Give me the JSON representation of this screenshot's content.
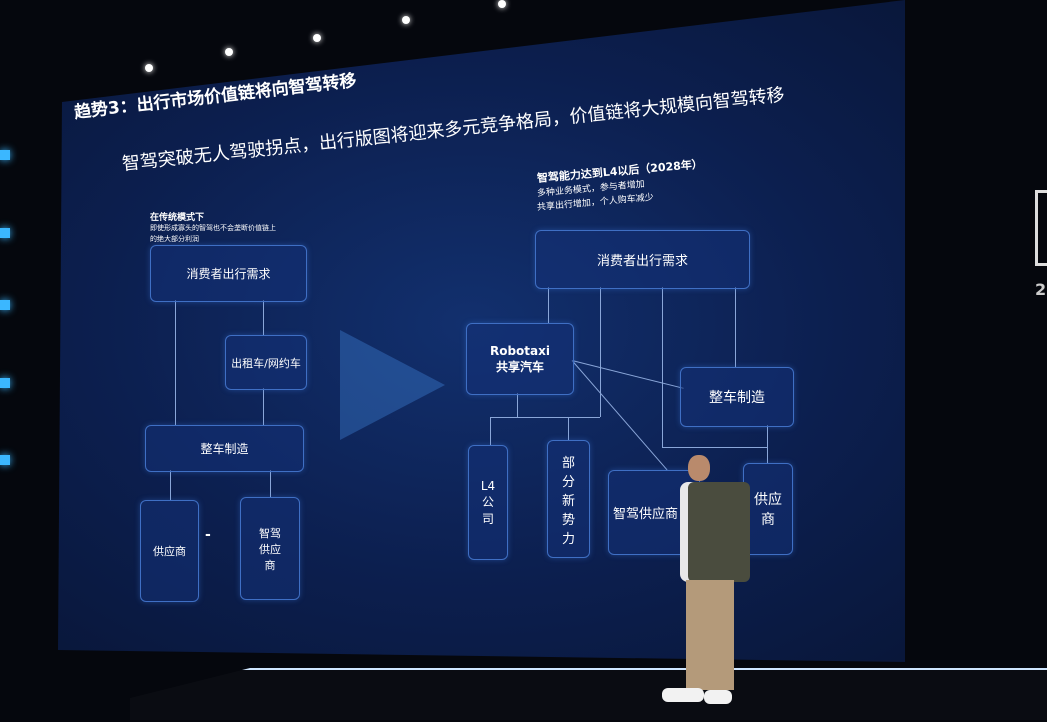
{
  "slide": {
    "title": "趋势3：出行市场价值链将向智驾转移",
    "subtitle": "智驾突破无人驾驶拐点，出行版图将迎来多元竞争格局，价值链将大规模向智驾转移",
    "left": {
      "heading": "在传统模式下",
      "note1": "即使形成寡头的智驾也不会垄断价值链上",
      "note2": "的绝大部分利润",
      "boxes": {
        "demand": "消费者出行需求",
        "taxi": "出租车/网约车",
        "oem": "整车制造",
        "supplier": "供应商",
        "ad_supplier": "智驾供应商"
      },
      "dash": "-"
    },
    "right": {
      "heading": "智驾能力达到L4以后（2028年）",
      "note1": "多种业务模式，参与者增加",
      "note2": "共享出行增加，个人购车减少",
      "boxes": {
        "demand": "消费者出行需求",
        "robotaxi1": "Robotaxi",
        "robotaxi2": "共享汽车",
        "oem": "整车制造",
        "l4": "L4公司",
        "new_forces": "部分新势力",
        "ad_supplier": "智驾供应商",
        "supplier": "供应商"
      }
    }
  },
  "edge_text": "2",
  "colors": {
    "slide": "#0c1f4f",
    "accent": "#3bb7ff"
  }
}
